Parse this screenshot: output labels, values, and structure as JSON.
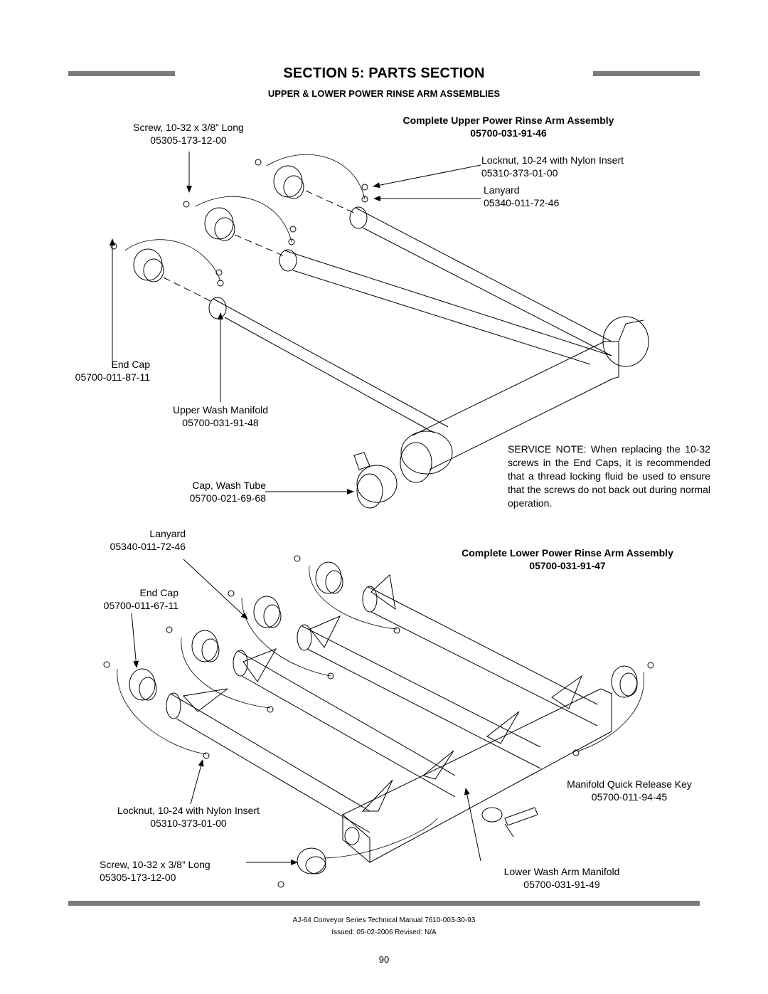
{
  "header": {
    "section_title": "SECTION 5: PARTS SECTION",
    "subtitle": "UPPER & LOWER POWER RINSE ARM ASSEMBLIES"
  },
  "upper": {
    "assembly_title": "Complete Upper Power Rinse Arm Assembly",
    "assembly_number": "05700-031-91-46",
    "screw_name": "Screw, 10-32 x 3/8” Long",
    "screw_number": "05305-173-12-00",
    "locknut_name": "Locknut, 10-24 with Nylon Insert",
    "locknut_number": "05310-373-01-00",
    "lanyard_name": "Lanyard",
    "lanyard_number": "05340-011-72-46",
    "endcap_name": "End Cap",
    "endcap_number": "05700-011-87-11",
    "manifold_name": "Upper Wash Manifold",
    "manifold_number": "05700-031-91-48",
    "cap_name": "Cap, Wash Tube",
    "cap_number": "05700-021-69-68"
  },
  "service_note": "SERVICE NOTE: When replacing the 10-32 screws in the End Caps, it is recommended that a thread locking fluid be used to ensure that the screws do not back out during normal operation.",
  "lower": {
    "assembly_title": "Complete Lower Power Rinse Arm Assembly",
    "assembly_number": "05700-031-91-47",
    "lanyard_name": "Lanyard",
    "lanyard_number": "05340-011-72-46",
    "endcap_name": "End Cap",
    "endcap_number": "05700-011-67-11",
    "locknut_name": "Locknut, 10-24 with Nylon Insert",
    "locknut_number": "05310-373-01-00",
    "screw_name": "Screw, 10-32 x 3/8” Long",
    "screw_number": "05305-173-12-00",
    "key_name": "Manifold Quick Release Key",
    "key_number": "05700-011-94-45",
    "manifold_name": "Lower Wash Arm Manifold",
    "manifold_number": "05700-031-91-49"
  },
  "footer": {
    "manual": "AJ-64 Conveyor Series Technical Manual 7610-003-30-93",
    "issued": "Issued: 05-02-2006  Revised: N/A",
    "page_number": "90"
  }
}
